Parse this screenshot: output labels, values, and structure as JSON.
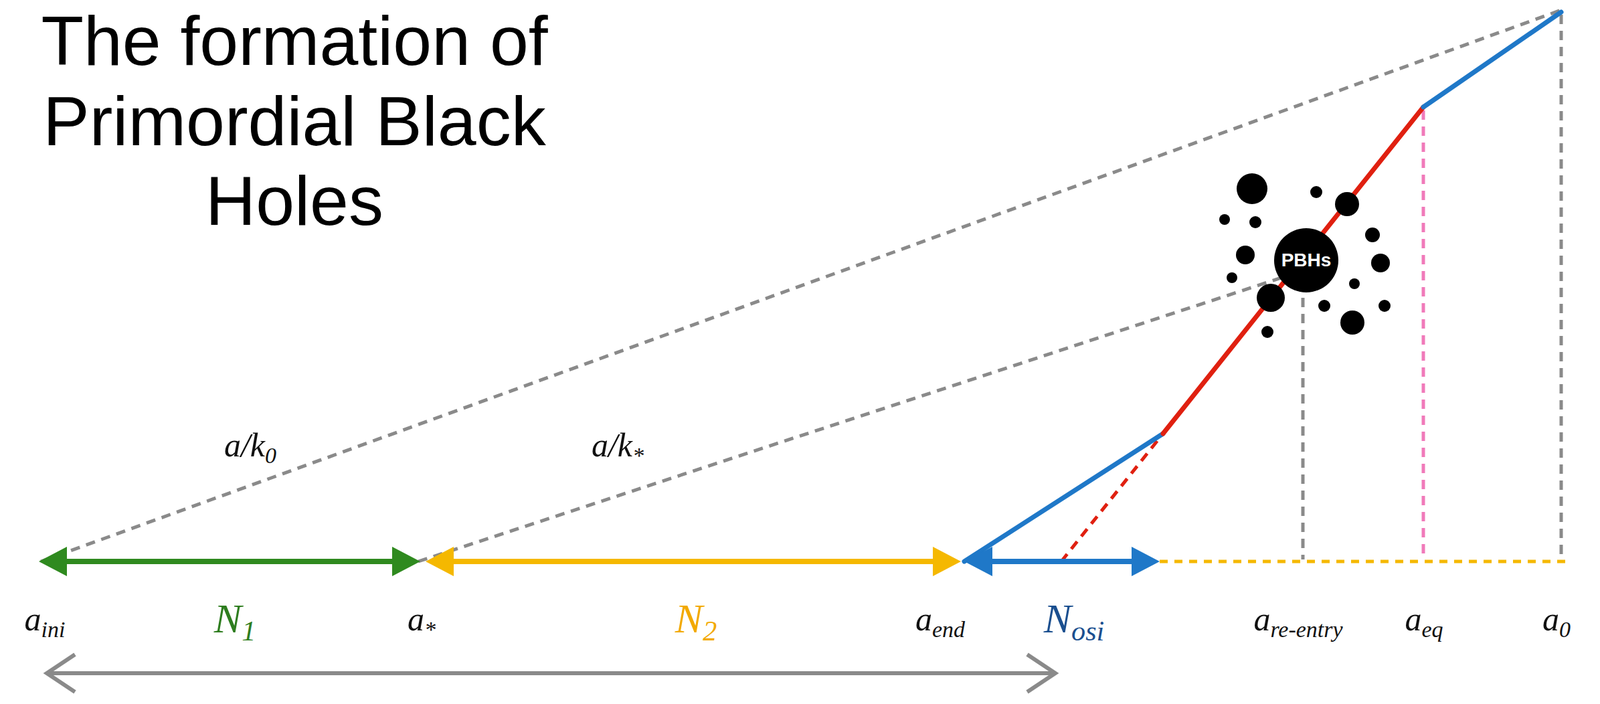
{
  "diagram": {
    "title": "The formation of Primordial Black Holes",
    "nodes": [
      {
        "text": [
          "PBHs"
        ]
      }
    ],
    "labels": [
      "a/k",
      "0",
      "a/k",
      "*",
      "a",
      "ini",
      "N",
      "1",
      "a",
      "*",
      "N",
      "2",
      "a",
      "end",
      "N",
      "osi",
      "a",
      "re-entry",
      "a",
      "eq",
      "a",
      "0"
    ]
  }
}
